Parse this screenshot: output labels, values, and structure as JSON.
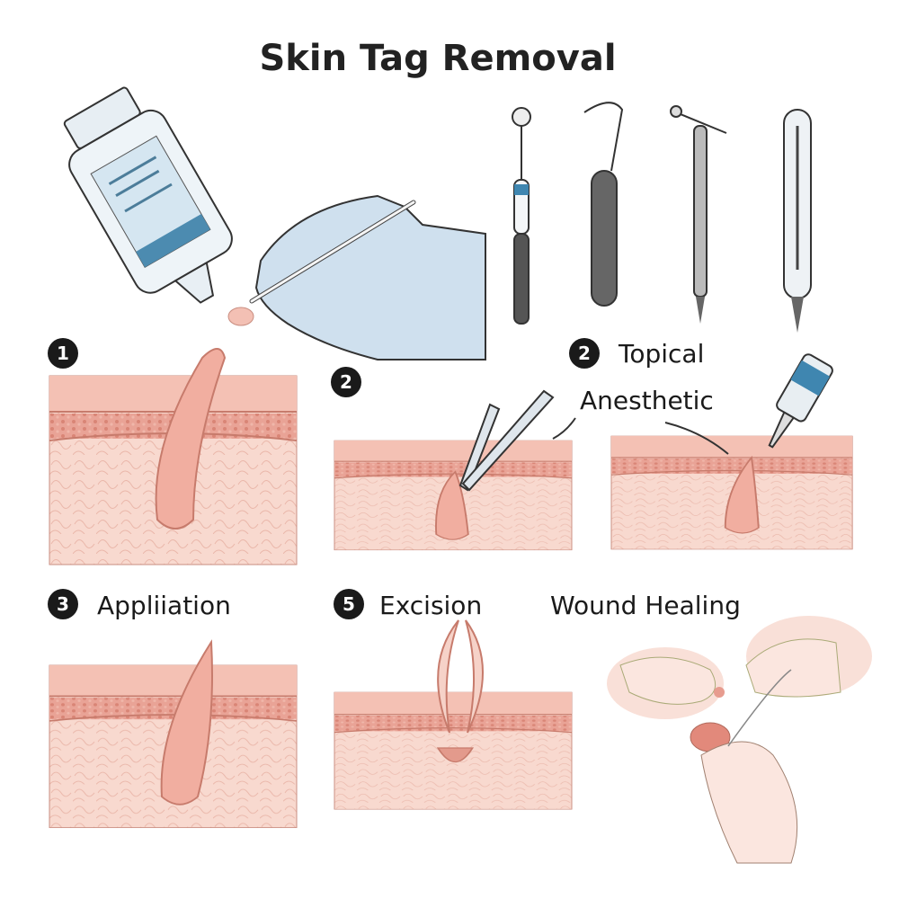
{
  "title": "Skin Tag Removal",
  "steps": [
    {
      "number": "1",
      "label": ""
    },
    {
      "number": "2",
      "label": ""
    },
    {
      "number": "2",
      "label": "Topical",
      "label2": "Anesthetic"
    },
    {
      "number": "3",
      "label": "Appliiation"
    },
    {
      "number": "5",
      "label": "Excision"
    },
    {
      "number": "",
      "label": "Wound Healing"
    }
  ],
  "colors": {
    "skin_top": "#f1b8ab",
    "dermis": "#f7d3c8",
    "fat_band": "#e79c8f",
    "glove": "#cfe0ee",
    "tool_blue": "#3f86b0"
  }
}
